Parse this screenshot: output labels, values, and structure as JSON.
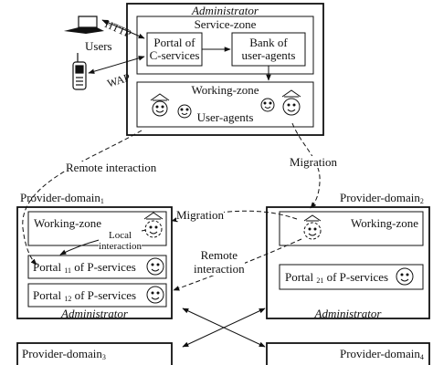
{
  "admin_box": {
    "title": "Administrator",
    "service_zone": {
      "title": "Service-zone",
      "portal": "Portal of\nC-services",
      "bank": "Bank of\nuser-agents"
    },
    "working_zone": {
      "title": "Working-zone",
      "agents": "User-agents"
    }
  },
  "users": {
    "label": "Users",
    "http": "HTTP",
    "wap": "WAP"
  },
  "edge_labels": {
    "remote_interaction_top": "Remote interaction",
    "migration_top": "Migration",
    "migration_mid": "Migration",
    "local_interaction": "Local\ninteraction",
    "remote_interaction_mid": "Remote\ninteraction"
  },
  "provider1": {
    "title": "Provider-domain",
    "title_sub": "1",
    "working_zone": "Working-zone",
    "portal11": {
      "pre": "Portal",
      "sub": "11",
      "post": "of P-services"
    },
    "portal12": {
      "pre": "Portal",
      "sub": "12",
      "post": "of P-services"
    },
    "admin": "Administrator"
  },
  "provider2": {
    "title": "Provider-domain",
    "title_sub": "2",
    "working_zone": "Working-zone",
    "portal21": {
      "pre": "Portal",
      "sub": "21",
      "post": "of P-services"
    },
    "admin": "Administrator"
  },
  "provider3": {
    "title": "Provider-domain",
    "title_sub": "3"
  },
  "provider4": {
    "title": "Provider-domain",
    "title_sub": "4"
  }
}
